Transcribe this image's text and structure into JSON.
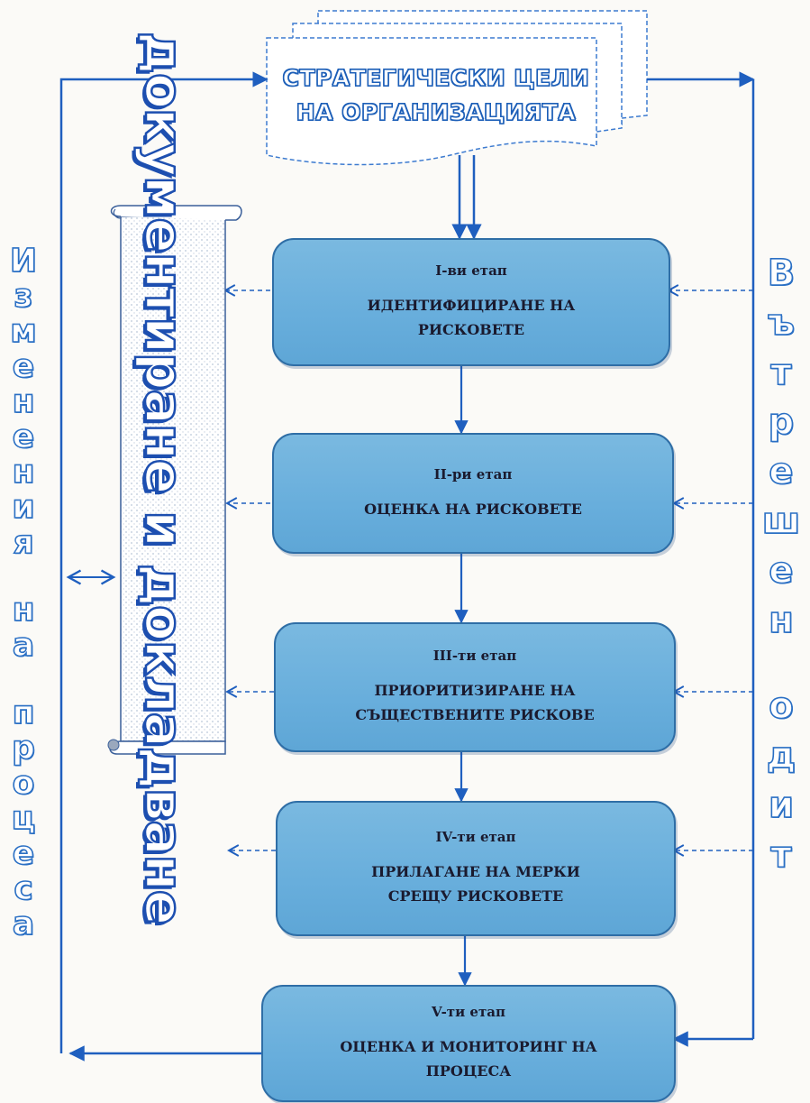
{
  "header": {
    "line1": "СТРАТЕГИЧЕСКИ ЦЕЛИ",
    "line2": "НА ОРГАНИЗАЦИЯТА"
  },
  "stages": [
    {
      "title": "I-ви етап",
      "text": "ИДЕНТИФИЦИРАНЕ НА\nРИСКОВЕТЕ"
    },
    {
      "title": "II-ри етап",
      "text": "ОЦЕНКА НА РИСКОВЕТЕ"
    },
    {
      "title": "III-ти етап",
      "text": "ПРИОРИТИЗИРАНЕ НА\nСЪЩЕСТВЕНИТЕ РИСКОВЕ"
    },
    {
      "title": "IV-ти етап",
      "text": "ПРИЛАГАНЕ НА МЕРКИ\nСРЕЩУ РИСКОВЕТЕ"
    },
    {
      "title": "V-ти етап",
      "text": "ОЦЕНКА И МОНИТОРИНГ НА\nПРОЦЕСА"
    }
  ],
  "scroll_label": "документиране и докладване",
  "left_label": "Изменения на процеса",
  "right_label": "Вътрешен одит",
  "colors": {
    "stage_fill": "#6cb0dd",
    "stage_border": "#2f6ea6",
    "arrow": "#1f5fbf",
    "text_outline": "#1d4fb0"
  }
}
